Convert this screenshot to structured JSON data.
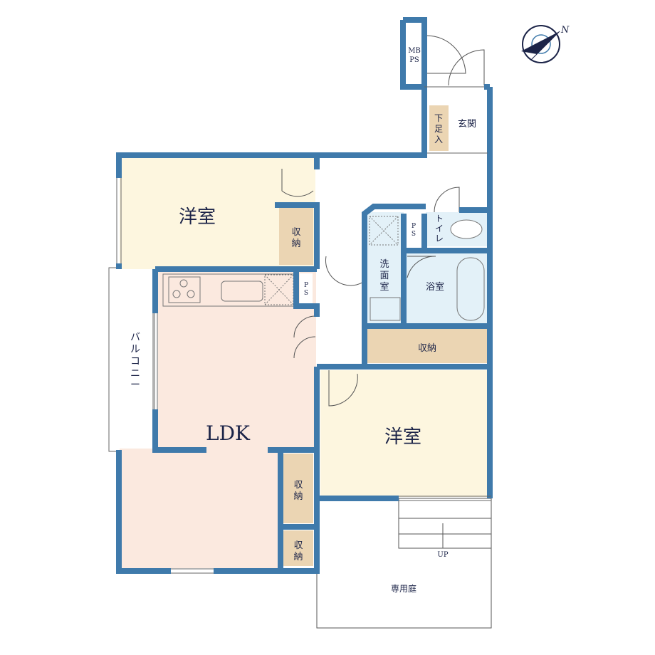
{
  "rooms": {
    "western_room_1": "洋室",
    "western_room_2": "洋室",
    "ldk": "LDK",
    "storage_1": [
      "収",
      "納"
    ],
    "storage_2": "収納",
    "storage_3": [
      "収",
      "納"
    ],
    "storage_4": [
      "収",
      "納"
    ],
    "entrance": "玄関",
    "shoe_storage": [
      "下",
      "足",
      "入"
    ],
    "toilet": [
      "ト",
      "イ",
      "レ"
    ],
    "washroom": [
      "洗",
      "面",
      "室"
    ],
    "bathroom": "浴室",
    "balcony": [
      "バ",
      "ル",
      "コ",
      "ニ",
      "ー"
    ],
    "private_garden": "専用庭",
    "mbps": [
      "MB",
      "PS"
    ],
    "ps_kitchen": [
      "P",
      "S"
    ],
    "ps_wet": [
      "P",
      "S"
    ],
    "up_label": "UP",
    "compass_label": "N"
  },
  "colors": {
    "wall": "#3f7aab",
    "western_room": "#fdf6df",
    "ldk": "#fbe9df",
    "storage": "#ebd5b3",
    "wet": "#e3f1f8",
    "text": "#1c2448"
  }
}
